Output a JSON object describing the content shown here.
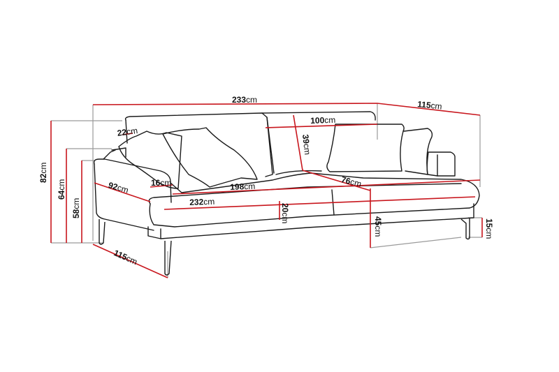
{
  "diagram": {
    "subject": "sofa dimension drawing",
    "colors": {
      "outline": "#1a1a1a",
      "dimension_line": "#c8161d",
      "guide_line": "#9a9a9a",
      "background": "#ffffff"
    },
    "unit": "cm",
    "dimensions": {
      "total_width": {
        "value": "233",
        "unit": "cm"
      },
      "total_depth": {
        "value": "115",
        "unit": "cm"
      },
      "front_depth": {
        "value": "115",
        "unit": "cm"
      },
      "total_height": {
        "value": "82",
        "unit": "cm"
      },
      "back_height": {
        "value": "64",
        "unit": "cm"
      },
      "arm_height": {
        "value": "58",
        "unit": "cm"
      },
      "back_cushion_thickness": {
        "value": "22",
        "unit": "cm"
      },
      "back_cushion_width": {
        "value": "100",
        "unit": "cm"
      },
      "back_cushion_height": {
        "value": "39",
        "unit": "cm"
      },
      "arm_length": {
        "value": "92",
        "unit": "cm"
      },
      "arm_width": {
        "value": "16",
        "unit": "cm"
      },
      "seat_width": {
        "value": "198",
        "unit": "cm"
      },
      "seat_front_width": {
        "value": "232",
        "unit": "cm"
      },
      "seat_depth": {
        "value": "76",
        "unit": "cm"
      },
      "seat_cushion_height": {
        "value": "20",
        "unit": "cm"
      },
      "seat_height": {
        "value": "45",
        "unit": "cm"
      },
      "leg_height": {
        "value": "15",
        "unit": "cm"
      }
    }
  }
}
